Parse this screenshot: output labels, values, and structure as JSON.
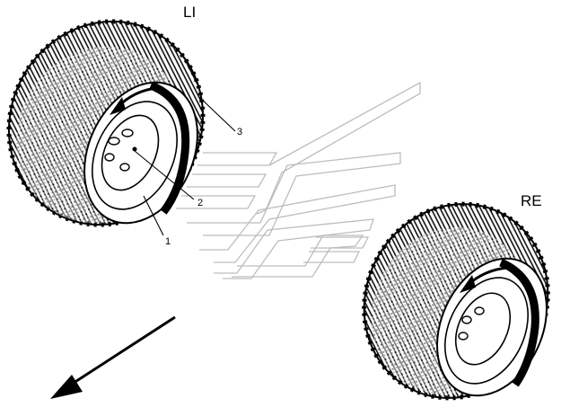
{
  "labels": {
    "left_wheel": "LI",
    "right_wheel": "RE"
  },
  "callouts": [
    {
      "id": "1",
      "text": "1"
    },
    {
      "id": "2",
      "text": "2"
    },
    {
      "id": "3",
      "text": "3"
    }
  ],
  "colors": {
    "ink": "#000000",
    "watermark": "#bdbdbd",
    "background": "#ffffff"
  }
}
